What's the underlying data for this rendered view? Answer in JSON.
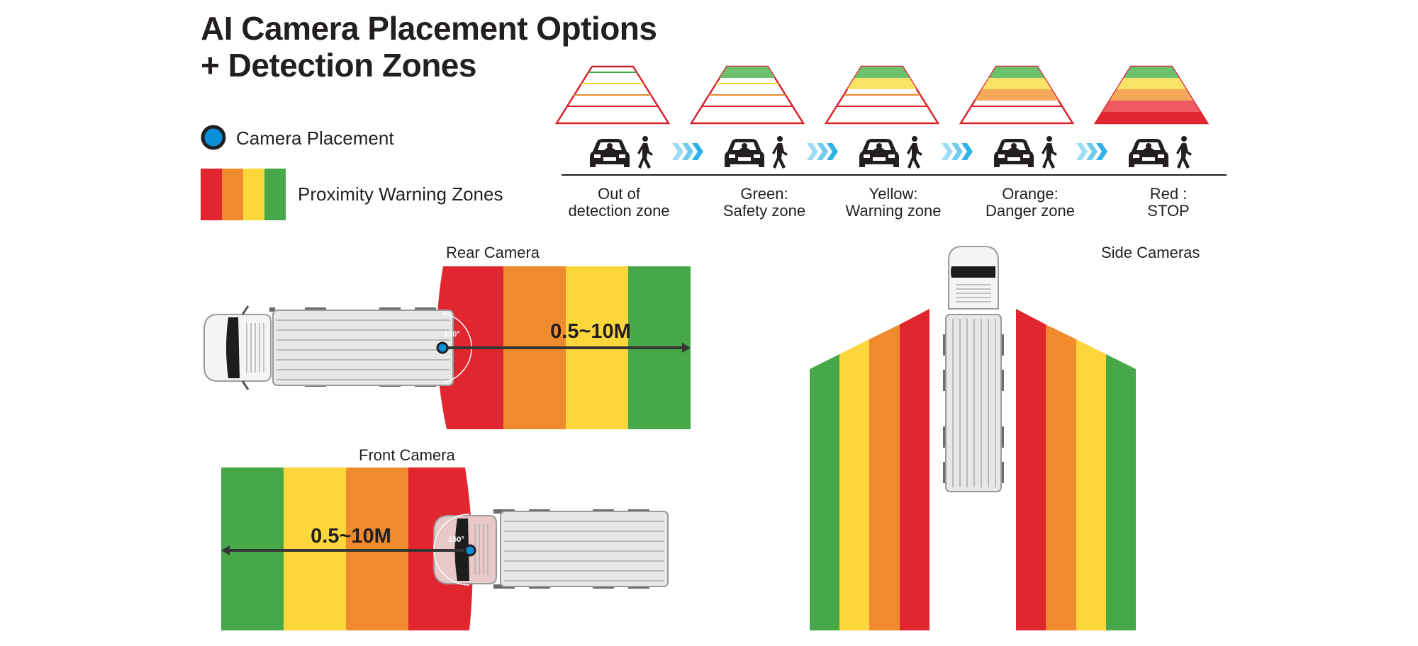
{
  "title": {
    "line1": "AI Camera Placement Options",
    "line2": "+ Detection Zones"
  },
  "legend": {
    "camera_placement": "Camera Placement",
    "warning_zones": "Proximity Warning Zones"
  },
  "colors": {
    "red": "#e2262f",
    "orange": "#ef8b2c",
    "yellow": "#fcd73c",
    "green": "#47a84a",
    "camera_dot": "#0a8fd8",
    "arrow_blue": "#55c3ee",
    "outline_red": "#d9232d"
  },
  "icons": [
    "car-icon",
    "pedestrian-icon",
    "chevron-arrow-icon",
    "truck-icon",
    "camera-dot-icon"
  ],
  "stages": [
    {
      "line1": "Out of",
      "line2": "detection zone"
    },
    {
      "line1": "Green:",
      "line2": "Safety zone"
    },
    {
      "line1": "Yellow:",
      "line2": "Warning zone"
    },
    {
      "line1": "Orange:",
      "line2": "Danger zone"
    },
    {
      "line1": "Red :",
      "line2": "STOP"
    }
  ],
  "rear": {
    "label": "Rear Camera",
    "range": "0.5~10M",
    "angle": "150°"
  },
  "front": {
    "label": "Front Camera",
    "range": "0.5~10M",
    "angle": "150°"
  },
  "side": {
    "label": "Side Cameras"
  }
}
